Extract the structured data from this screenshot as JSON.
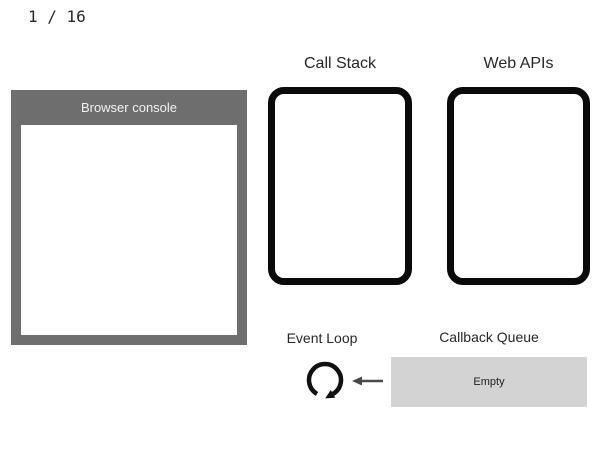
{
  "slide": {
    "counter": "1 / 16"
  },
  "browser_console": {
    "title": "Browser console"
  },
  "call_stack": {
    "label": "Call Stack"
  },
  "web_apis": {
    "label": "Web APIs"
  },
  "event_loop": {
    "label": "Event Loop",
    "icon": "circular-arrow-loop-icon"
  },
  "flow_arrow": {
    "icon": "arrow-left-icon"
  },
  "callback_queue": {
    "label": "Callback Queue",
    "value": "Empty"
  },
  "colors": {
    "console_panel_gray": "#6e6e6e",
    "console_header_text": "#f2f2f2",
    "queue_box_gray": "#d3d3d3",
    "box_border_black": "#0a0a0a",
    "label_text": "#272727",
    "arrow_gray": "#4a4a4a",
    "background": "#ffffff"
  }
}
